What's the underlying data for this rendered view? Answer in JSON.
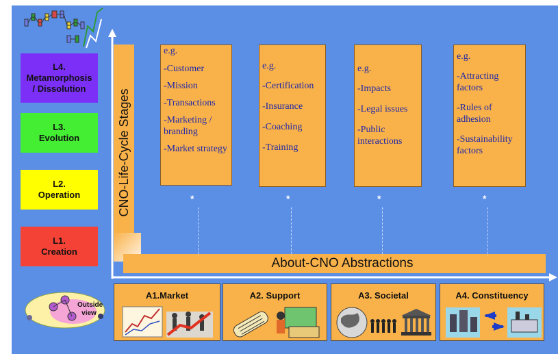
{
  "diagram": {
    "y_axis_label": "CNO-Life-Cycle Stages",
    "x_axis_label": "About-CNO Abstractions",
    "outside_view_label": "Outside view",
    "stages": [
      {
        "label": "L4.\nMetamorphosis\n/ Dissolution",
        "color": "#7b2ff7"
      },
      {
        "label": "L3.\nEvolution",
        "color": "#44ee33"
      },
      {
        "label": "L2.\nOperation",
        "color": "#ffff00"
      },
      {
        "label": "L1.\nCreation",
        "color": "#f44336"
      }
    ],
    "cards": [
      {
        "eg": "e.g.",
        "items": [
          "-Customer",
          "-Mission",
          "-Transactions",
          "-Marketing / branding",
          "-Market strategy"
        ]
      },
      {
        "eg": "e.g.",
        "items": [
          "-Certification",
          "-Insurance",
          "-Coaching",
          "-Training"
        ]
      },
      {
        "eg": "e.g.",
        "items": [
          "-Impacts",
          "-Legal issues",
          "-Public interactions"
        ]
      },
      {
        "eg": "e.g.",
        "items": [
          "-Attracting factors",
          "-Rules of adhesion",
          "-Sustainability factors"
        ]
      }
    ],
    "asterisk": "*",
    "abstractions": [
      {
        "label": "A1.Market"
      },
      {
        "label": "A2. Support"
      },
      {
        "label": "A3. Societal"
      },
      {
        "label": "A4. Constituency"
      }
    ]
  }
}
